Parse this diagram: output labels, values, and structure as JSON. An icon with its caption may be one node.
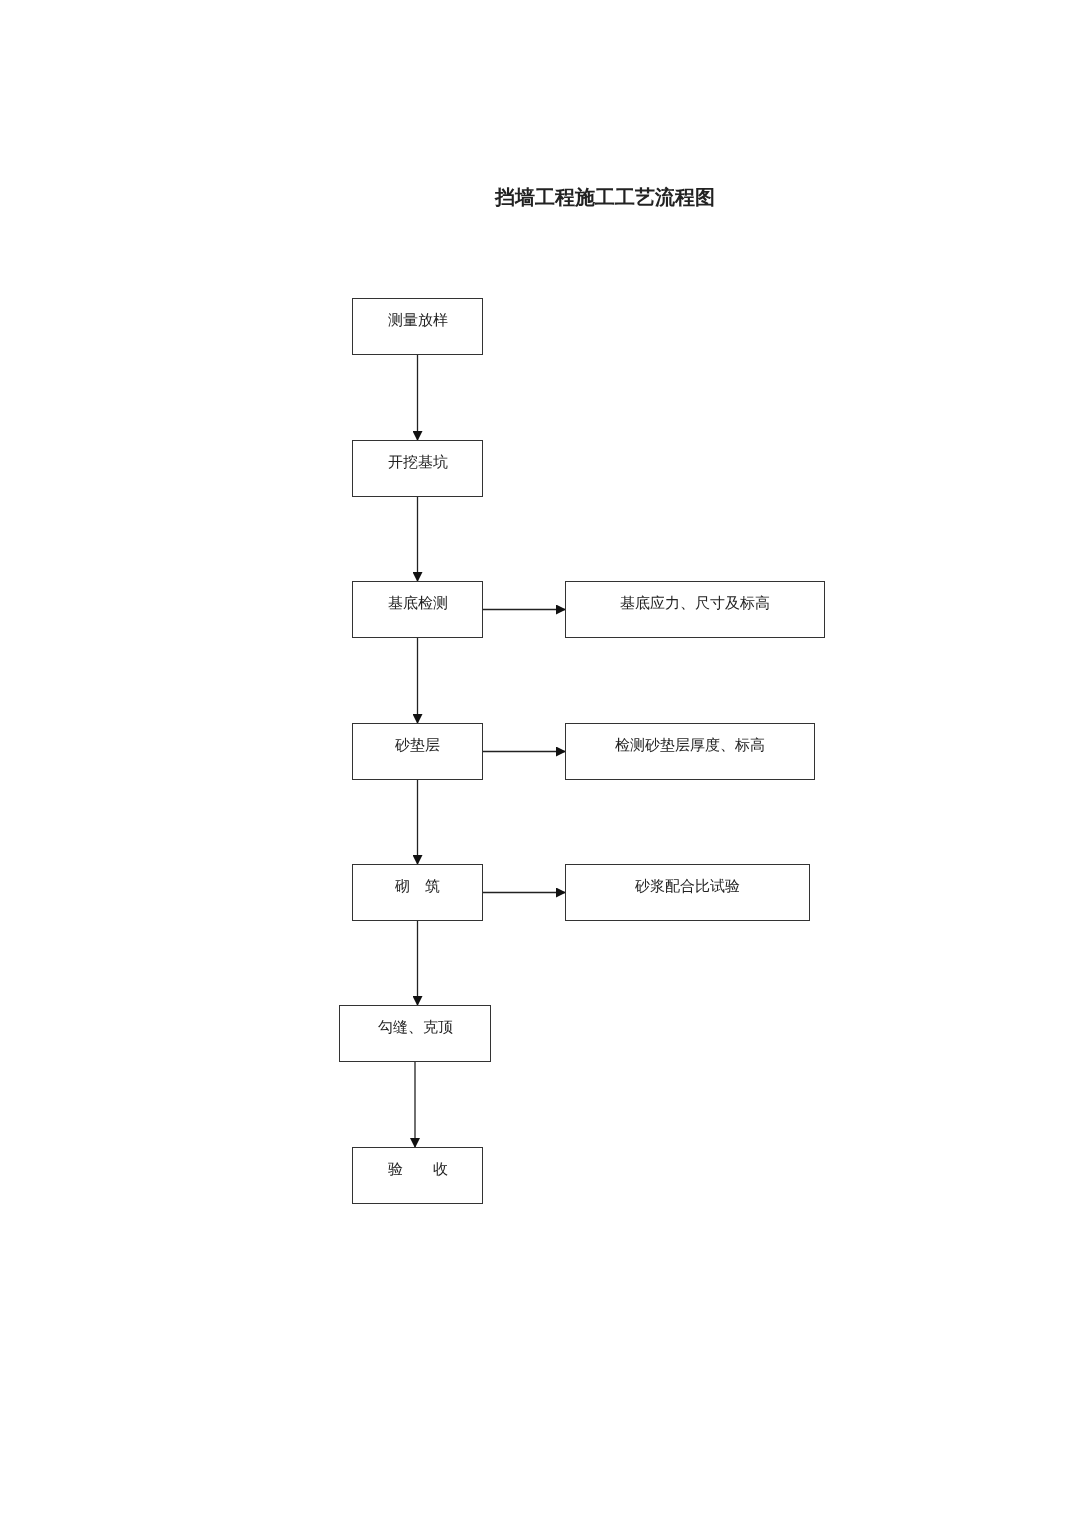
{
  "diagram": {
    "title": "挡墙工程施工工艺流程图",
    "nodes": [
      {
        "text": [
          "测量放样"
        ]
      },
      {
        "text": [
          "开挖基坑"
        ]
      },
      {
        "text": [
          "基底检测"
        ]
      },
      {
        "text": [
          "基底应力、尺寸及标高"
        ]
      },
      {
        "text": [
          "砂垫层"
        ]
      },
      {
        "text": [
          "检测砂垫层厚度、标高"
        ]
      },
      {
        "text": [
          "砌　筑"
        ]
      },
      {
        "text": [
          "砂浆配合比试验"
        ]
      },
      {
        "text": [
          "勾缝、克顶"
        ]
      },
      {
        "text": [
          "验　　收"
        ]
      }
    ],
    "edges": [
      {
        "from": 0,
        "to": 1,
        "arrow": "to"
      },
      {
        "from": 1,
        "to": 2,
        "arrow": "to"
      },
      {
        "from": 2,
        "to": 3,
        "arrow": "to"
      },
      {
        "from": 2,
        "to": 4,
        "arrow": "to"
      },
      {
        "from": 4,
        "to": 5,
        "arrow": "to"
      },
      {
        "from": 4,
        "to": 6,
        "arrow": "to"
      },
      {
        "from": 6,
        "to": 7,
        "arrow": "to"
      },
      {
        "from": 6,
        "to": 8,
        "arrow": "to"
      },
      {
        "from": 8,
        "to": 9,
        "arrow": "to"
      }
    ]
  }
}
